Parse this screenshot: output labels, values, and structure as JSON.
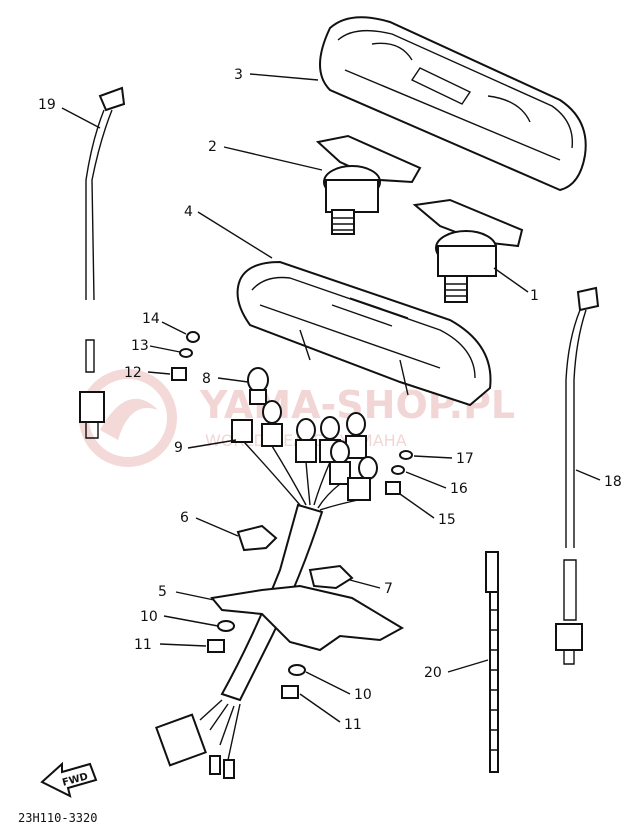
{
  "diagram_code": "23H110-3320",
  "fwd_label": "FWD",
  "watermark": {
    "main": "YAMA-SHOP.PL",
    "sub": "WORLD DEALER YAMAHA",
    "color": "#e9b3b3"
  },
  "callouts": [
    {
      "id": "c3",
      "text": "3"
    },
    {
      "id": "c2",
      "text": "2"
    },
    {
      "id": "c4",
      "text": "4"
    },
    {
      "id": "c1",
      "text": "1"
    },
    {
      "id": "c19",
      "text": "19"
    },
    {
      "id": "c14",
      "text": "14"
    },
    {
      "id": "c13",
      "text": "13"
    },
    {
      "id": "c12",
      "text": "12"
    },
    {
      "id": "c8",
      "text": "8"
    },
    {
      "id": "c9",
      "text": "9"
    },
    {
      "id": "c17",
      "text": "17"
    },
    {
      "id": "c16",
      "text": "16"
    },
    {
      "id": "c15",
      "text": "15"
    },
    {
      "id": "c18",
      "text": "18"
    },
    {
      "id": "c6",
      "text": "6"
    },
    {
      "id": "c7",
      "text": "7"
    },
    {
      "id": "c5",
      "text": "5"
    },
    {
      "id": "c10a",
      "text": "10"
    },
    {
      "id": "c11a",
      "text": "11"
    },
    {
      "id": "c10b",
      "text": "10"
    },
    {
      "id": "c11b",
      "text": "11"
    },
    {
      "id": "c20",
      "text": "20"
    }
  ]
}
